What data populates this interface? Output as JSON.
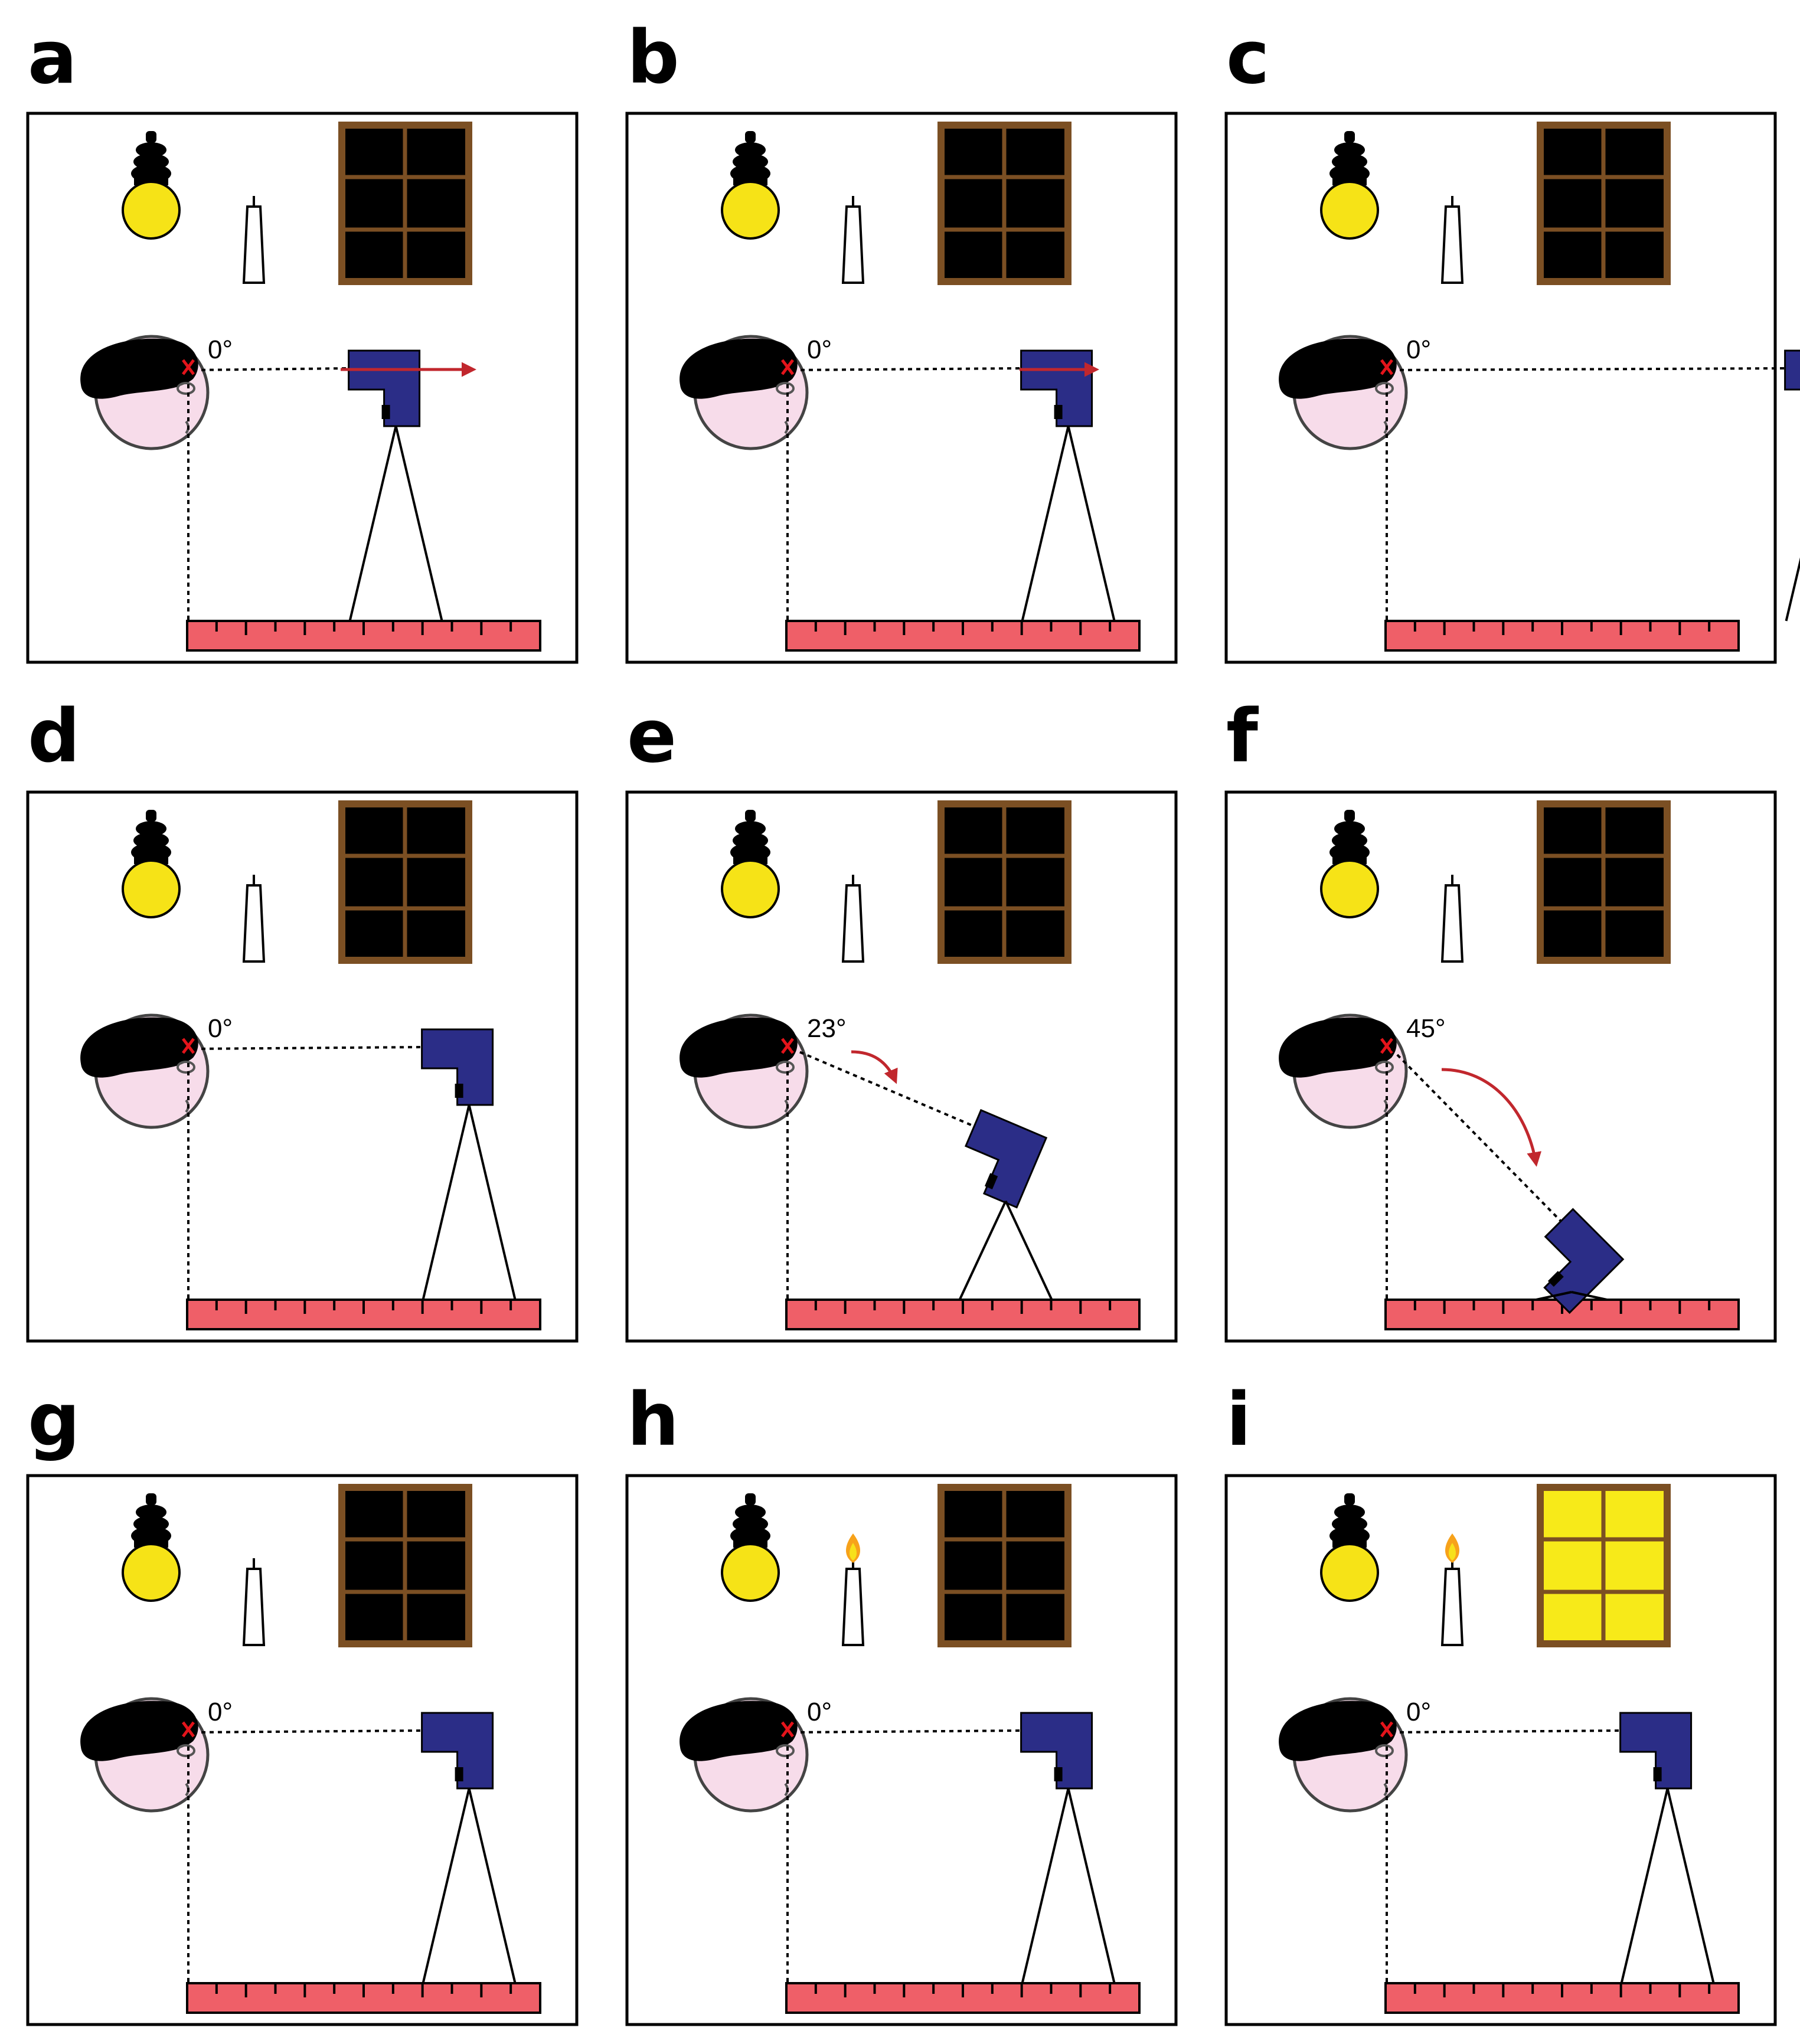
{
  "colors": {
    "bulb": "#f6e317",
    "head": "#f7dcea",
    "hair": "#000000",
    "eye_mark": "#e4141b",
    "camera": "#2b2d87",
    "arrow": "#c1272d",
    "ruler": "#ef5f68",
    "window_frame": "#7b4f23",
    "window_dark": "#000000",
    "window_lit": "#f7ea19",
    "flame_outer": "#f7a21a",
    "flame_inner": "#f7e11a"
  },
  "panels": [
    {
      "label": "a",
      "angle": 0,
      "angle_text": "0°",
      "cam_dist": 0.28,
      "arrow": "right-long",
      "candle_lit": false,
      "window_lit": false
    },
    {
      "label": "b",
      "angle": 0,
      "angle_text": "0°",
      "cam_dist": 0.48,
      "arrow": "right-short",
      "candle_lit": false,
      "window_lit": false
    },
    {
      "label": "c",
      "angle": 0,
      "angle_text": "0°",
      "cam_dist": 0.93,
      "arrow": "none",
      "candle_lit": false,
      "window_lit": false
    },
    {
      "label": "d",
      "angle": 0,
      "angle_text": "0°",
      "cam_dist": 0.48,
      "arrow": "none",
      "candle_lit": false,
      "window_lit": false
    },
    {
      "label": "e",
      "angle": 23,
      "angle_text": "23°",
      "cam_dist": 0.48,
      "arrow": "curve-short",
      "candle_lit": false,
      "window_lit": false
    },
    {
      "label": "f",
      "angle": 45,
      "angle_text": "45°",
      "cam_dist": 0.48,
      "arrow": "curve-long",
      "candle_lit": false,
      "window_lit": false
    },
    {
      "label": "g",
      "angle": 0,
      "angle_text": "0°",
      "cam_dist": 0.48,
      "arrow": "none",
      "candle_lit": false,
      "window_lit": false
    },
    {
      "label": "h",
      "angle": 0,
      "angle_text": "0°",
      "cam_dist": 0.48,
      "arrow": "none",
      "candle_lit": true,
      "window_lit": false
    },
    {
      "label": "i",
      "angle": 0,
      "angle_text": "0°",
      "cam_dist": 0.48,
      "arrow": "none",
      "candle_lit": true,
      "window_lit": true
    }
  ]
}
